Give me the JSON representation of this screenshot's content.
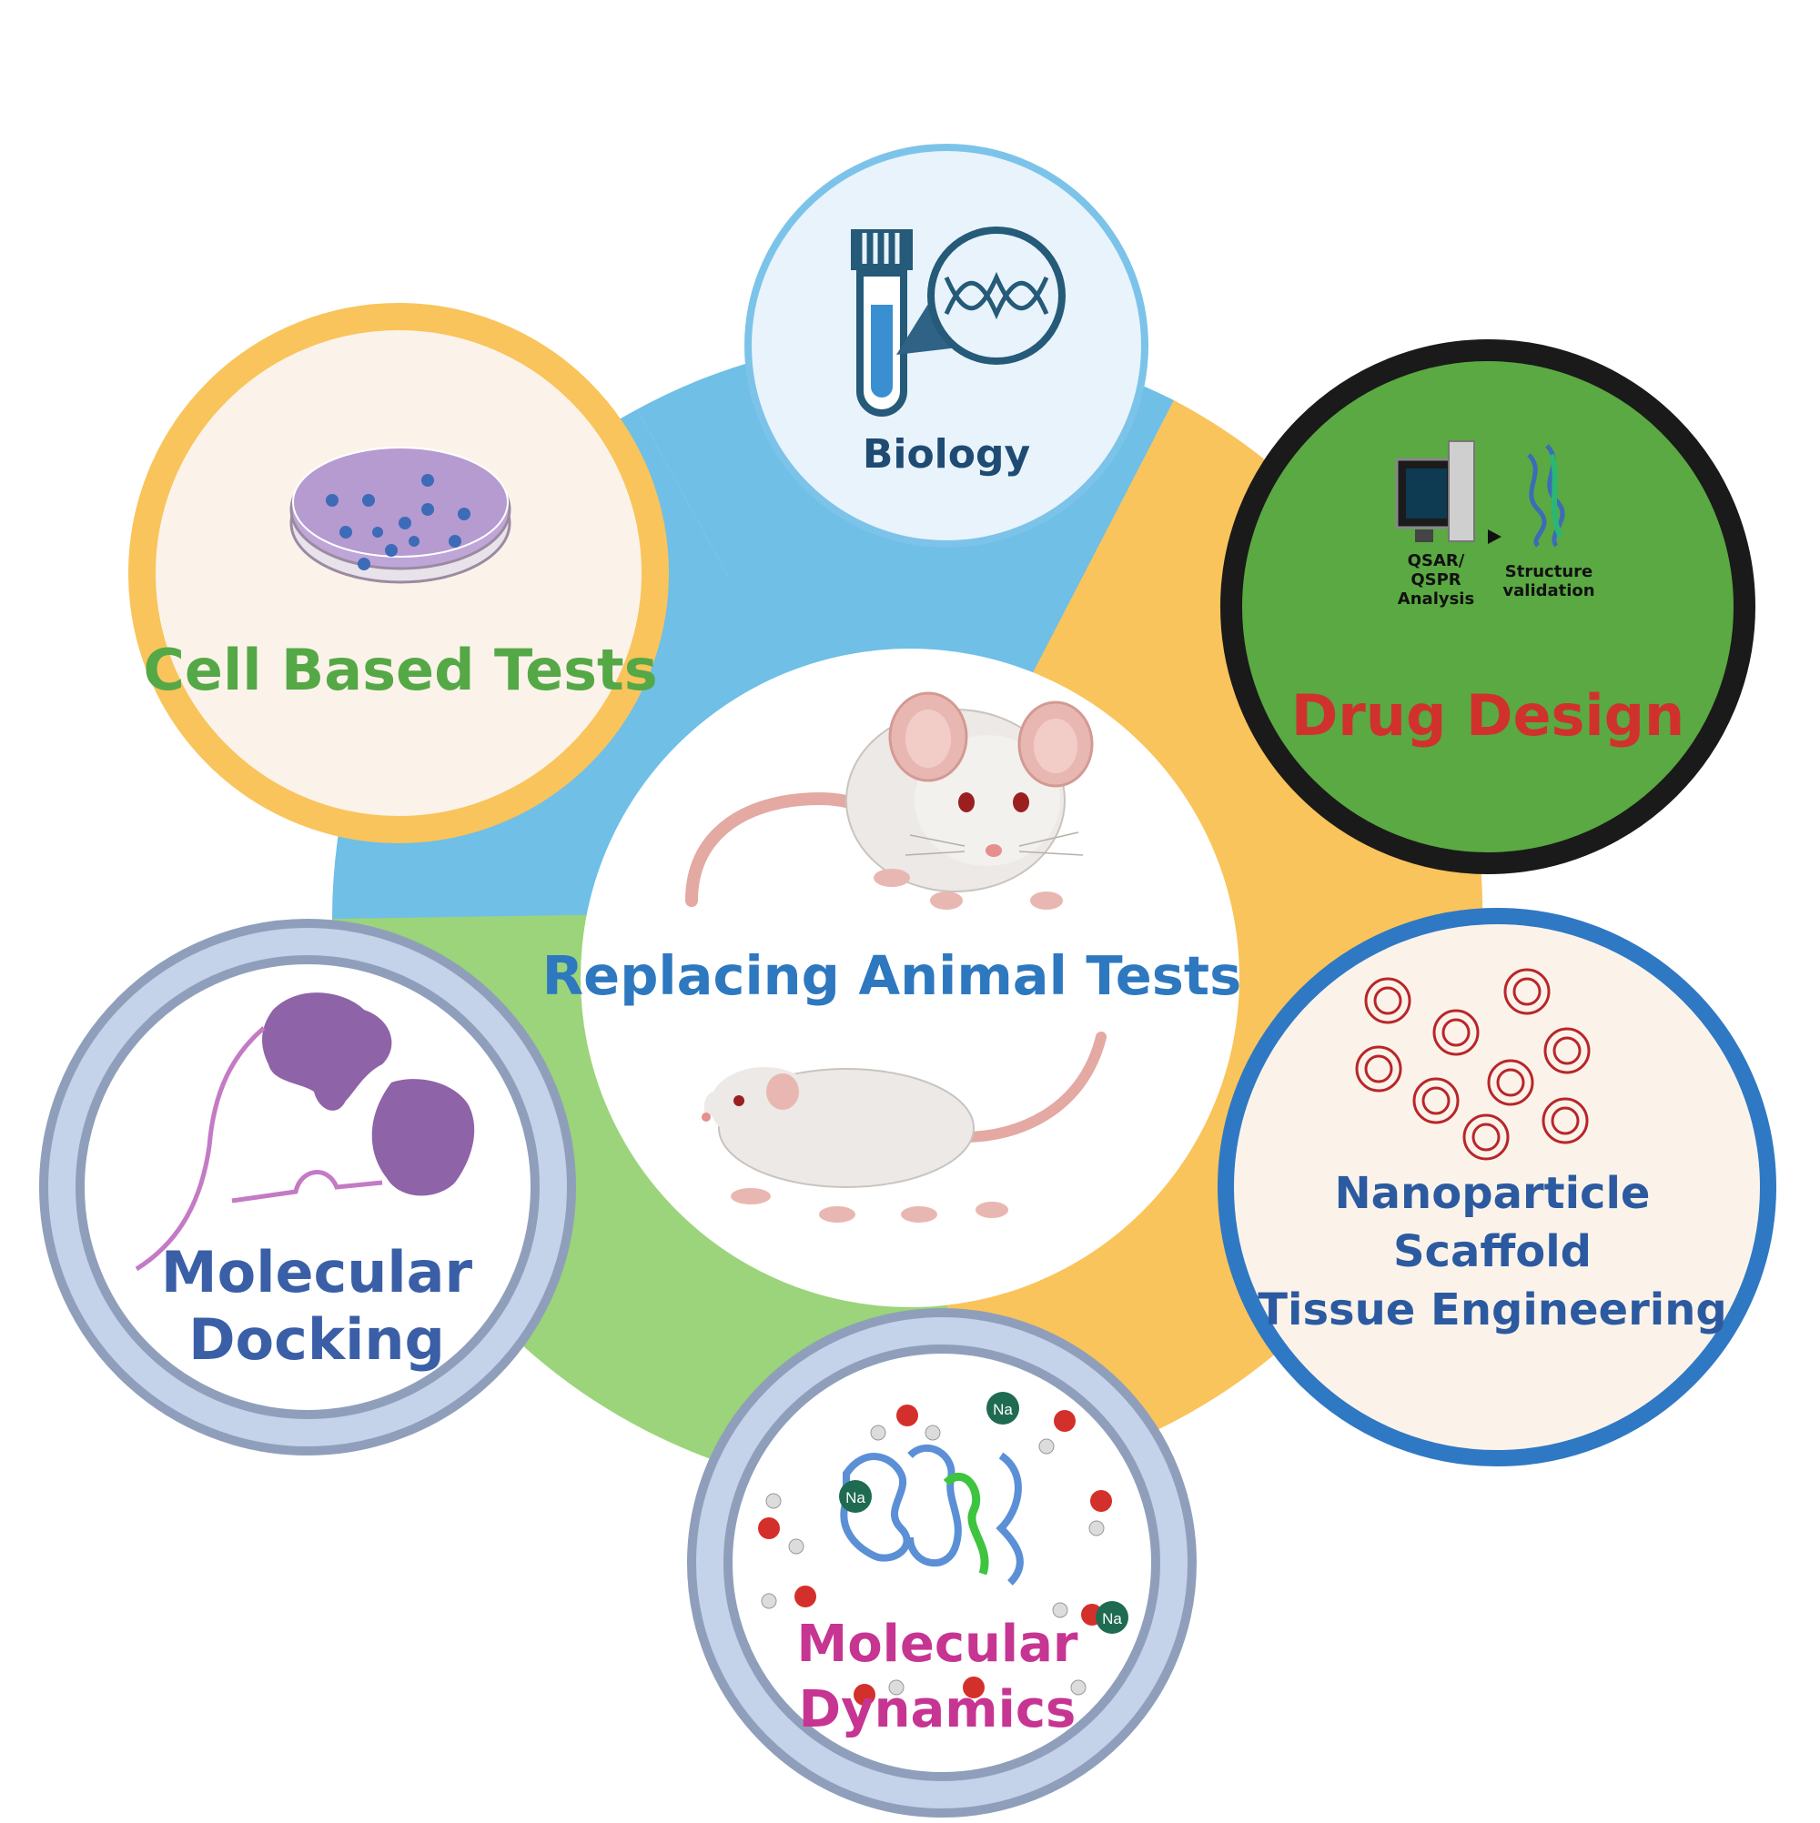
{
  "diagram": {
    "center": {
      "label": "Replacing Animal Tests"
    },
    "nodes": {
      "biology": {
        "label": "Biology"
      },
      "cell_based": {
        "label": "Cell Based Tests"
      },
      "drug_design": {
        "label": "Drug Design",
        "sub_left": [
          "QSAR/",
          "QSPR",
          "Analysis"
        ],
        "sub_right": [
          "Structure",
          "validation"
        ]
      },
      "nanoparticle": {
        "lines": [
          "Nanoparticle",
          "Scaffold",
          "Tissue Engineering"
        ]
      },
      "docking": {
        "lines": [
          "Molecular",
          "Docking"
        ]
      },
      "dynamics": {
        "lines": [
          "Molecular",
          "Dynamics"
        ],
        "ions": [
          "Na",
          "Na",
          "Na"
        ]
      }
    }
  },
  "colors": {
    "ring_blue": "#6fbfe6",
    "ring_yellow": "#f9c45b",
    "ring_green": "#9bd47a",
    "biology_border": "#7cc3ea",
    "cell_border": "#f9c45b",
    "drug_border": "#1a1a1a",
    "drug_fill": "#5aa942",
    "nano_border": "#2f78c4",
    "docking_border": "#8f9fbb",
    "dynamics_border": "#8f9fbb"
  },
  "icons": {
    "biology": "test-tube-dna-icon",
    "cell": "petri-dish-icon",
    "drug": "computer-protein-icon",
    "center_top": "mouse-icon",
    "center_bottom": "rat-icon",
    "nano": "nanoparticle-cluster-icon",
    "docking": "protein-rna-icon",
    "dynamics": "protein-water-icon"
  }
}
